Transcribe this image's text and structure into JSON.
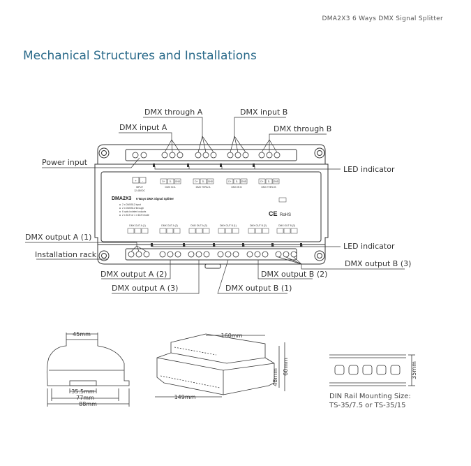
{
  "header": {
    "model_title": "DMA2X3  6 Ways DMX Signal Splitter"
  },
  "section": {
    "title": "Mechanical Structures and Installations"
  },
  "callouts": {
    "dmx_through_a": "DMX through A",
    "dmx_input_b": "DMX input B",
    "dmx_input_a": "DMX input A",
    "dmx_through_b": "DMX through B",
    "power_input": "Power input",
    "led_indicator_top": "LED indicator",
    "dmx_output_a1": "DMX output A (1)",
    "installation_rack": "Installation rack",
    "led_indicator_bottom": "LED indicator",
    "dmx_output_b3": "DMX output B (3)",
    "dmx_output_a2": "DMX output A (2)",
    "dmx_output_b2": "DMX output B (2)",
    "dmx_output_a3": "DMX output A (3)",
    "dmx_output_b1": "DMX output B (1)"
  },
  "device": {
    "model": "DMA2X3",
    "name": "6 Ways DMX Signal Splitter",
    "features": [
      "2 x DMX512 input",
      "2 x DMX512 through",
      "6 opto-isolated outputs",
      "2 x 3CH or 1 x 6CH mode"
    ],
    "input_label": "INPUT",
    "input_voltage": "12-48VDC",
    "dmx_in_a": "DMX IN A",
    "dmx_thru_a": "DMX THRU A",
    "dmx_in_b": "DMX IN B",
    "dmx_thru_b": "DMX THRU B",
    "outputs": [
      "DMX OUT A (1)",
      "DMX OUT A (2)",
      "DMX OUT A (3)",
      "DMX OUT B (1)",
      "DMX OUT B (2)",
      "DMX OUT B (3)"
    ],
    "terminal_pins": [
      "D+",
      "D-",
      "GND"
    ],
    "power_pins": [
      "+",
      "-"
    ],
    "ce_mark": "CE",
    "rohs_mark": "RoHS"
  },
  "dimensions": {
    "width_top": "45mm",
    "inner_width": "35.5mm",
    "mid_width": "77mm",
    "outer_width": "88mm",
    "length_top": "160mm",
    "length_bottom": "149mm",
    "height_body": "48mm",
    "height_total": "60mm",
    "rail_height": "35mm"
  },
  "din_rail": {
    "line1": "DIN Rail Mounting Size:",
    "line2": "TS-35/7.5 or TS-35/15"
  }
}
